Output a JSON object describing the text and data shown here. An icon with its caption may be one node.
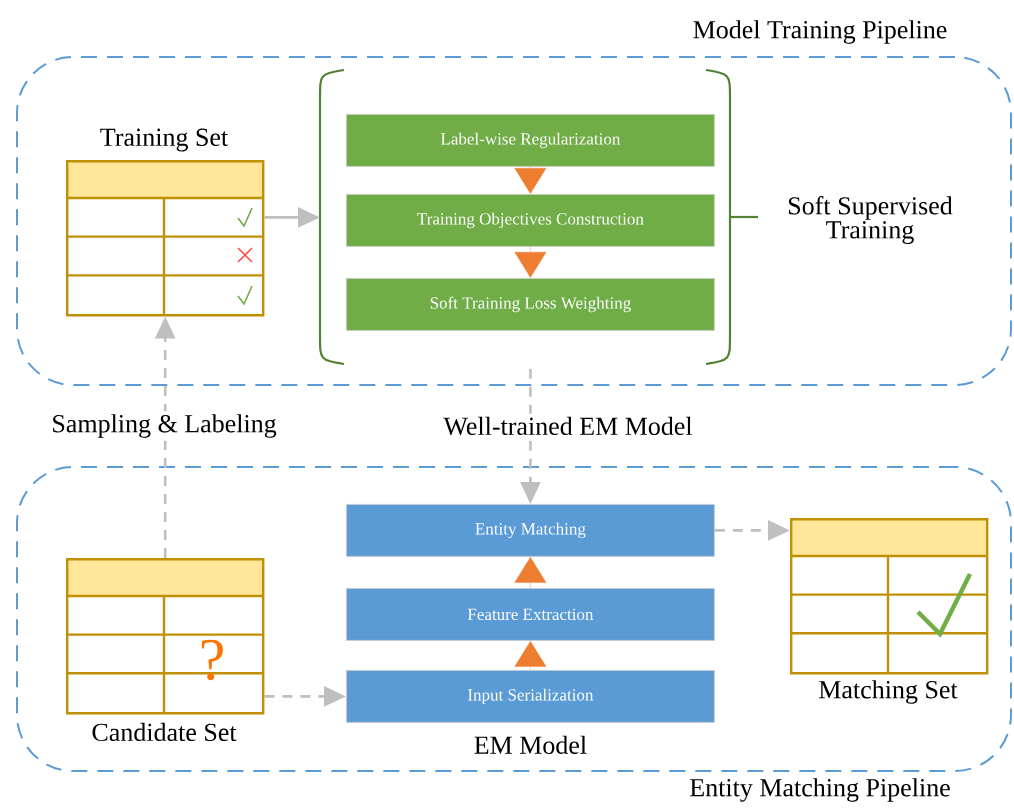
{
  "diagram": {
    "nodes": [
      {
        "text": [
          "Model Training Pipeline"
        ]
      },
      {
        "text": [
          "Training Set"
        ],
        "in": 0
      },
      {
        "text": [
          "Soft Supervised Training"
        ],
        "in": 0
      },
      {
        "text": [
          "Label-wise Regularization"
        ],
        "in": 2
      },
      {
        "text": [
          "Training Objectives Construction"
        ],
        "in": 2
      },
      {
        "text": [
          "Soft Training Loss Weighting"
        ],
        "in": 2
      },
      {
        "text": [
          "Entity Matching Pipeline"
        ]
      },
      {
        "text": [
          "Candidate Set"
        ],
        "in": 6
      },
      {
        "text": [
          "Entity Matching"
        ],
        "in": 6
      },
      {
        "text": [
          "Feature Extraction"
        ],
        "in": 6
      },
      {
        "text": [
          "Input Serialization"
        ],
        "in": 6,
        "beside": [
          "EM Model"
        ]
      },
      {
        "text": [
          "Matching Set"
        ],
        "in": 6
      }
    ],
    "edges": [
      {
        "from": 1,
        "to": 2,
        "arrow": "to"
      },
      {
        "from": 3,
        "to": 4,
        "arrow": "to",
        "color": "#ed7d31"
      },
      {
        "from": 4,
        "to": 5,
        "arrow": "to",
        "color": "#ed7d31"
      },
      {
        "from": 7,
        "to": 1,
        "arrow": "to",
        "label": "Sampling & Labeling",
        "style": "dashed"
      },
      {
        "from": 2,
        "to": 8,
        "arrow": "to",
        "label": "Well-trained EM Model",
        "style": "dashed"
      },
      {
        "from": 7,
        "to": 10,
        "arrow": "to",
        "style": "dashed"
      },
      {
        "from": 10,
        "to": 9,
        "arrow": "to",
        "color": "#ed7d31"
      },
      {
        "from": 9,
        "to": 8,
        "arrow": "to",
        "color": "#ed7d31"
      },
      {
        "from": 8,
        "to": 11,
        "arrow": "to",
        "style": "dashed"
      }
    ],
    "labels": [
      "?"
    ]
  }
}
